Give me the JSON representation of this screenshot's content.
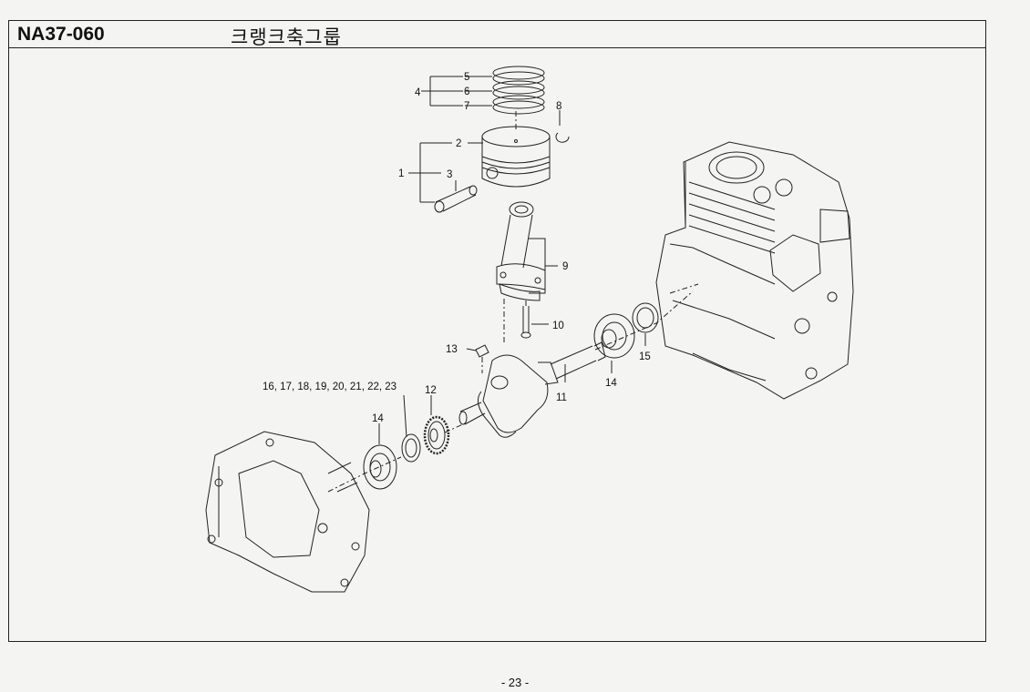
{
  "header": {
    "code": "NA37-060",
    "title": "크랭크축그룹"
  },
  "callouts": {
    "c1": "1",
    "c2": "2",
    "c3": "3",
    "c4": "4",
    "c5": "5",
    "c6": "6",
    "c7": "7",
    "c8": "8",
    "c9": "9",
    "c10": "10",
    "c11": "11",
    "c12": "12",
    "c13": "13",
    "c14a": "14",
    "c14b": "14",
    "c15": "15",
    "c16_23": "16, 17, 18, 19, 20, 21, 22, 23"
  },
  "footer": {
    "page": "- 23 -"
  }
}
